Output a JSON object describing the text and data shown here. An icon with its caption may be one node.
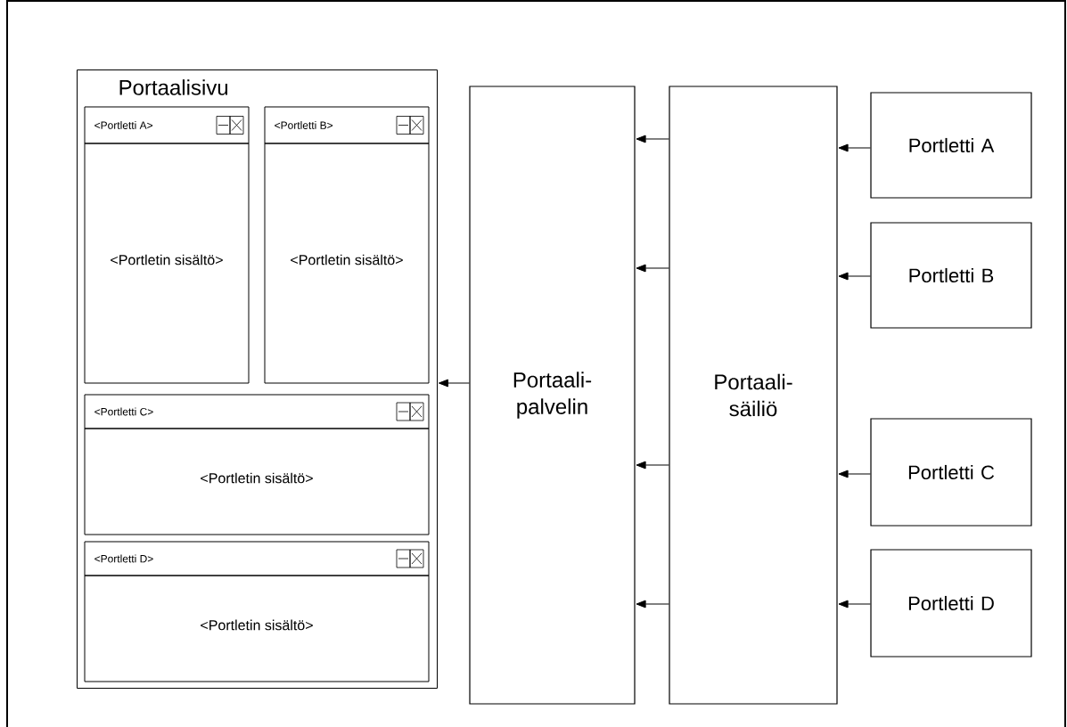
{
  "diagram": {
    "nodes": [
      {
        "text": [
          "Portaalisivu"
        ]
      },
      {
        "text": [
          "<Portletti A>",
          "<Portletin sisältö>"
        ],
        "in": 0
      },
      {
        "text": [
          "<Portletti B>",
          "<Portletin sisältö>"
        ],
        "in": 0
      },
      {
        "text": [
          "<Portletti C>",
          "<Portletin sisältö>"
        ],
        "in": 0
      },
      {
        "text": [
          "<Portletti D>",
          "<Portletin sisältö>"
        ],
        "in": 0
      },
      {
        "text": [
          "Portaali- palvelin"
        ]
      },
      {
        "text": [
          "Portaali- säiliö"
        ]
      },
      {
        "text": [
          "Portletti A"
        ]
      },
      {
        "text": [
          "Portletti B"
        ]
      },
      {
        "text": [
          "Portletti C"
        ]
      },
      {
        "text": [
          "Portletti D"
        ]
      }
    ],
    "edges": [
      {
        "from": 7,
        "to": 6,
        "arrow": "to"
      },
      {
        "from": 8,
        "to": 6,
        "arrow": "to"
      },
      {
        "from": 9,
        "to": 6,
        "arrow": "to"
      },
      {
        "from": 10,
        "to": 6,
        "arrow": "to"
      },
      {
        "from": 6,
        "to": 5,
        "arrow": "to"
      },
      {
        "from": 6,
        "to": 5,
        "arrow": "to"
      },
      {
        "from": 6,
        "to": 5,
        "arrow": "to"
      },
      {
        "from": 6,
        "to": 5,
        "arrow": "to"
      },
      {
        "from": 5,
        "to": 0,
        "arrow": "to"
      }
    ]
  }
}
